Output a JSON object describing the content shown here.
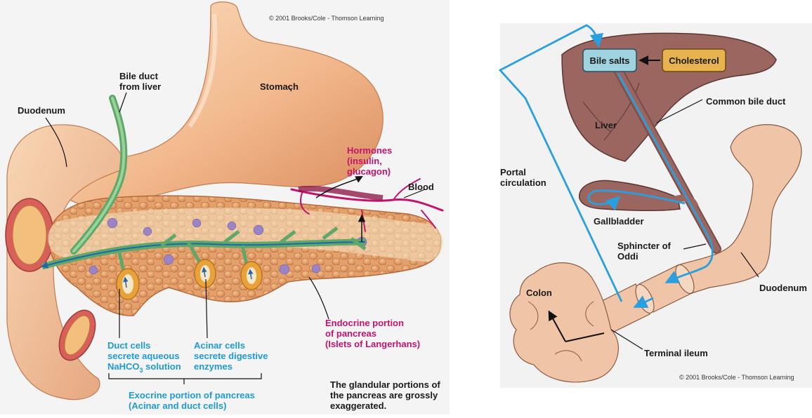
{
  "left_figure": {
    "copyright": "© 2001 Brooks/Cole - Thomson Learning",
    "labels": {
      "bile_duct": [
        "Bile duct",
        "from liver"
      ],
      "stomach": "Stomach",
      "duodenum": "Duodenum",
      "hormones": [
        "Hormones",
        "(insulin,",
        "glucagon)"
      ],
      "blood": "Blood",
      "endocrine": [
        "Endocrine portion",
        "of pancreas",
        "(Islets of Langerhans)"
      ],
      "duct_cells": [
        "Duct cells",
        "secrete aqueous",
        "NaHCO",
        "3",
        " solution"
      ],
      "acinar_cells": [
        "Acinar cells",
        "secrete digestive",
        "enzymes"
      ],
      "exocrine": [
        "Exocrine portion of pancreas",
        "(Acinar and duct cells)"
      ],
      "note": [
        "The glandular portions of",
        "the pancreas are grossly",
        "exaggerated."
      ]
    }
  },
  "right_figure": {
    "copyright": "© 2001 Brooks/Cole - Thomson Learning",
    "boxes": {
      "bile_salts": "Bile salts",
      "cholesterol": "Cholesterol"
    },
    "labels": {
      "liver": "Liver",
      "common_bile_duct": "Common bile duct",
      "portal": [
        "Portal",
        "circulation"
      ],
      "gallbladder": "Gallbladder",
      "sphincter": [
        "Sphincter of",
        "Oddi"
      ],
      "duodenum": "Duodenum",
      "colon": "Colon",
      "terminal_ileum": "Terminal ileum"
    }
  },
  "colors": {
    "blue_flow": "#2a9fe0",
    "liver": "#9c6660",
    "bile_salts_box": "#9fd3e0",
    "cholesterol_box": "#e7b34f",
    "intestine": "#f0c4a6",
    "magenta_text": "#c2146e",
    "cyan_text": "#1e9ad6"
  }
}
